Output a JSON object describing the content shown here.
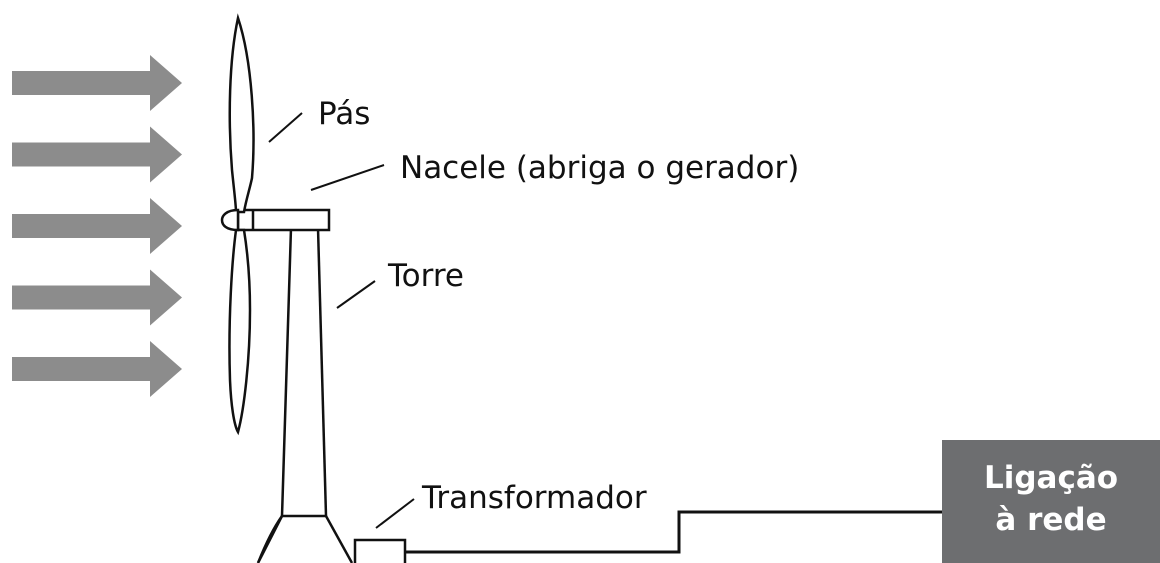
{
  "labels": {
    "blades": "Pás",
    "nacelle": "Nacele (abriga o gerador)",
    "tower": "Torre",
    "transformer": "Transformador"
  },
  "grid_connection": {
    "line1": "Ligação",
    "line2": "à rede"
  },
  "wind_arrows": {
    "count": 5,
    "color": "#8c8c8c"
  },
  "colors": {
    "outline": "#111111",
    "grid_box": "#6d6e70",
    "grid_text": "#ffffff"
  }
}
